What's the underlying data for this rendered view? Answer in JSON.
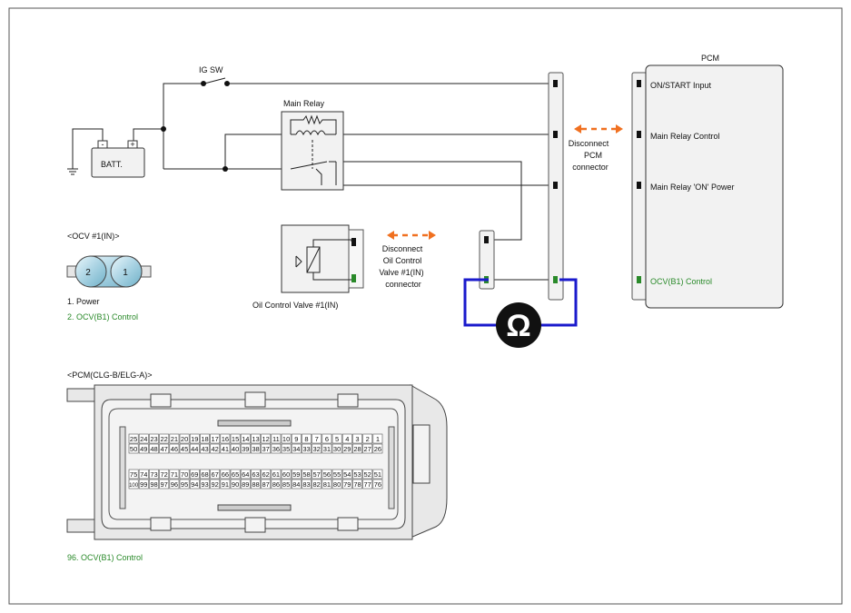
{
  "pcm": {
    "title": "PCM",
    "pins": {
      "on_start": "ON/START Input",
      "relay_control": "Main Relay Control",
      "relay_on_power": "Main Relay 'ON' Power",
      "ocv_control": "OCV(B1) Control"
    }
  },
  "disconnect_pcm": [
    "Disconnect",
    "PCM",
    "connector"
  ],
  "disconnect_ocv": [
    "Disconnect",
    "Oil Control",
    "Valve #1(IN)",
    "connector"
  ],
  "ig_sw": "IG SW",
  "main_relay": "Main Relay",
  "battery": {
    "label": "BATT.",
    "minus": "-",
    "plus": "+"
  },
  "ocv_valve_label": "Oil Control Valve #1(IN)",
  "ocv_connector": {
    "title": "<OCV #1(IN)>",
    "pin_numbers": [
      "2",
      "1"
    ],
    "pin_list": [
      "1. Power",
      "2.   OCV(B1) Control"
    ]
  },
  "pcm_connector": {
    "title": "<PCM(CLG-B/ELG-A)>",
    "row1": [
      "25",
      "24",
      "23",
      "22",
      "21",
      "20",
      "19",
      "18",
      "17",
      "16",
      "15",
      "14",
      "13",
      "12",
      "11",
      "10",
      "9",
      "8",
      "7",
      "6",
      "5",
      "4",
      "3",
      "2",
      "1"
    ],
    "row2": [
      "50",
      "49",
      "48",
      "47",
      "46",
      "45",
      "44",
      "43",
      "42",
      "41",
      "40",
      "39",
      "38",
      "37",
      "36",
      "35",
      "34",
      "33",
      "32",
      "31",
      "30",
      "29",
      "28",
      "27",
      "26"
    ],
    "row3": [
      "75",
      "74",
      "73",
      "72",
      "71",
      "70",
      "69",
      "68",
      "67",
      "66",
      "65",
      "64",
      "63",
      "62",
      "61",
      "60",
      "59",
      "58",
      "57",
      "56",
      "55",
      "54",
      "53",
      "52",
      "51"
    ],
    "row4": [
      "100",
      "99",
      "98",
      "97",
      "96",
      "95",
      "94",
      "93",
      "92",
      "91",
      "90",
      "89",
      "88",
      "87",
      "86",
      "85",
      "84",
      "83",
      "82",
      "81",
      "80",
      "79",
      "78",
      "77",
      "76"
    ],
    "note": "96.    OCV(B1) Control"
  },
  "ohm_symbol": "Ω",
  "colors": {
    "wire": "#222222",
    "meter": "#1a1acc",
    "arrow": "#f07020",
    "signal": "#2a8a2a",
    "pin": "#111111"
  }
}
